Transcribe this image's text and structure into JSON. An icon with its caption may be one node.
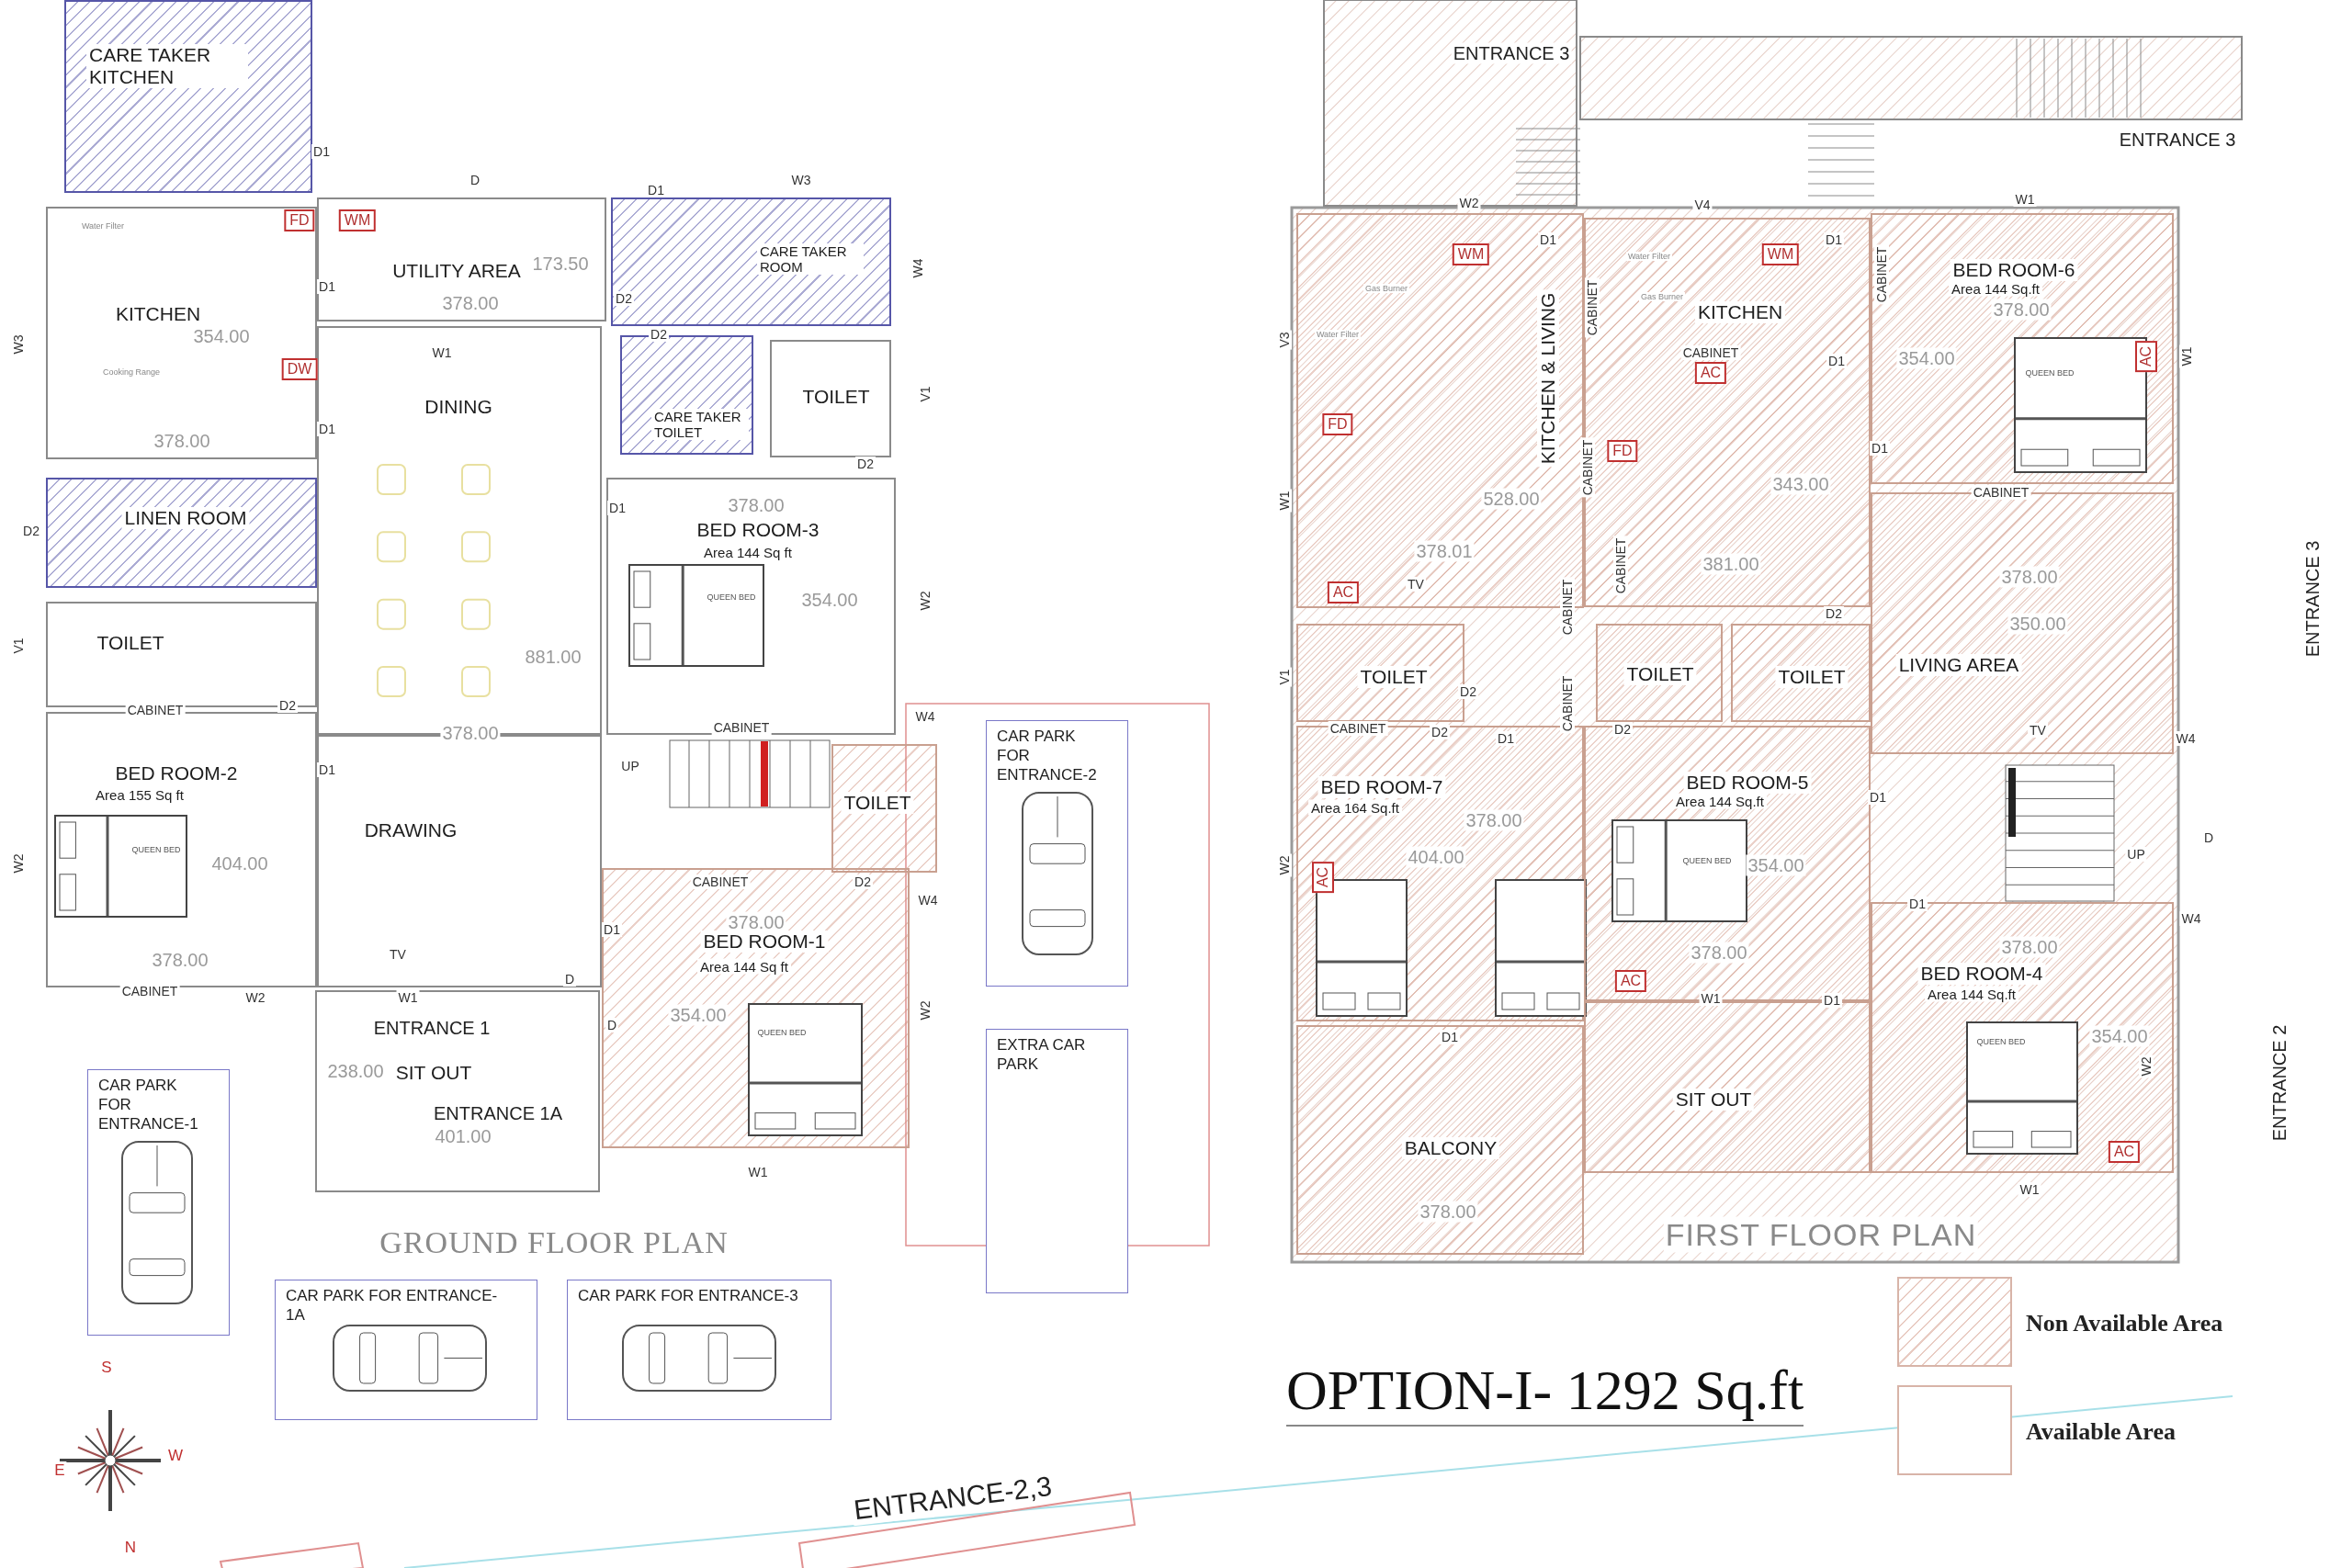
{
  "diagram": {
    "title": "OPTION-I- 1292 Sq.ft",
    "nodes": [
      {
        "text": [
          "CARE TAKER KITCHEN"
        ]
      },
      {
        "text": [
          "KITCHEN"
        ]
      },
      {
        "text": [
          "UTILITY AREA"
        ]
      },
      {
        "text": [
          "CARE TAKER ROOM"
        ]
      },
      {
        "text": [
          "CARE TAKER TOILET"
        ]
      },
      {
        "text": [
          "TOILET"
        ]
      },
      {
        "text": [
          "LINEN ROOM"
        ]
      },
      {
        "text": [
          "DINING"
        ]
      },
      {
        "text": [
          "BED ROOM-3",
          "Area 144 Sq ft"
        ]
      },
      {
        "text": [
          "TOILET"
        ]
      },
      {
        "text": [
          "BED ROOM-2",
          "Area 155 Sq ft"
        ]
      },
      {
        "text": [
          "DRAWING"
        ]
      },
      {
        "text": [
          "TOILET"
        ]
      },
      {
        "text": [
          "BED ROOM-1",
          "Area 144 Sq ft"
        ]
      },
      {
        "text": [
          "SIT OUT"
        ]
      },
      {
        "text": [
          "CAR PARK FOR ENTRANCE-2"
        ]
      },
      {
        "text": [
          "EXTRA CAR PARK"
        ]
      },
      {
        "text": [
          "CAR PARK FOR ENTRANCE-1"
        ]
      },
      {
        "text": [
          "CAR PARK FOR ENTRANCE-1A"
        ]
      },
      {
        "text": [
          "CAR PARK FOR ENTRANCE-3"
        ]
      },
      {
        "text": [
          "KITCHEN & LIVING"
        ]
      },
      {
        "text": [
          "KITCHEN"
        ]
      },
      {
        "text": [
          "BED ROOM-6",
          "Area 144 Sq.ft"
        ]
      },
      {
        "text": [
          "TOILET"
        ]
      },
      {
        "text": [
          "TOILET"
        ]
      },
      {
        "text": [
          "TOILET"
        ]
      },
      {
        "text": [
          "LIVING AREA"
        ]
      },
      {
        "text": [
          "BED ROOM-7",
          "Area 164 Sq.ft"
        ]
      },
      {
        "text": [
          "BED ROOM-5",
          "Area 144 Sq.ft"
        ]
      },
      {
        "text": [
          "BED ROOM-4",
          "Area 144 Sq.ft"
        ]
      },
      {
        "text": [
          "BALCONY"
        ]
      },
      {
        "text": [
          "SIT OUT"
        ]
      }
    ],
    "labels": [
      "D1",
      "D",
      "D1",
      "W3",
      "FD",
      "WM",
      "Water Filter",
      "173.50",
      "D1",
      "378.00",
      "D2",
      "W3",
      "354.00",
      "D2",
      "Cooking Range",
      "DW",
      "W1",
      "D1",
      "378.00",
      "W4",
      "V1",
      "D2",
      "D2",
      "D1",
      "378.00",
      "354.00",
      "QUEEN BED",
      "W2",
      "881.00",
      "V1",
      "CABINET",
      "D2",
      "CABINET",
      "W4",
      "378.00",
      "D1",
      "UP",
      "QUEEN BED",
      "404.00",
      "W2",
      "CABINET",
      "D2",
      "W4",
      "D1",
      "378.00",
      "378.00",
      "TV",
      "CABINET",
      "W2",
      "W1",
      "D",
      "D",
      "354.00",
      "QUEEN BED",
      "W2",
      "ENTRANCE 1",
      "238.00",
      "ENTRANCE 1A",
      "401.00",
      "W1",
      "GROUND FLOOR PLAN",
      "S",
      "W",
      "E",
      "N",
      "ENTRANCE-2,3",
      "ENTRANCE 3",
      "ENTRANCE 3",
      "W2",
      "V4",
      "W1",
      "D1",
      "WM",
      "Water Filter",
      "WM",
      "D1",
      "CABINET",
      "Gas Burner",
      "Gas Burner",
      "CABINET",
      "378.00",
      "Water Filter",
      "V3",
      "CABINET",
      "AC",
      "D1",
      "354.00",
      "QUEEN BED",
      "AC",
      "W1",
      "FD",
      "FD",
      "D1",
      "CABINET",
      "343.00",
      "528.00",
      "W1",
      "CABINET",
      "378.01",
      "381.00",
      "CABINET",
      "378.00",
      "AC",
      "TV",
      "CABINET",
      "D2",
      "350.00",
      "V1",
      "D2",
      "CABINET",
      "CABINET",
      "D2",
      "D1",
      "D2",
      "TV",
      "W4",
      "D1",
      "378.00",
      "D",
      "UP",
      "404.00",
      "W2",
      "AC",
      "QUEEN BED",
      "354.00",
      "D1",
      "W4",
      "378.00",
      "378.00",
      "AC",
      "W1",
      "D1",
      "D1",
      "QUEEN BED",
      "354.00",
      "W2",
      "ENTRANCE 3",
      "ENTRANCE 2",
      "AC",
      "W1",
      "378.00",
      "FIRST FLOOR PLAN"
    ],
    "legend": [
      {
        "text": "Non Available Area"
      },
      {
        "text": "Available Area",
        "color": "#ffffff"
      }
    ]
  }
}
